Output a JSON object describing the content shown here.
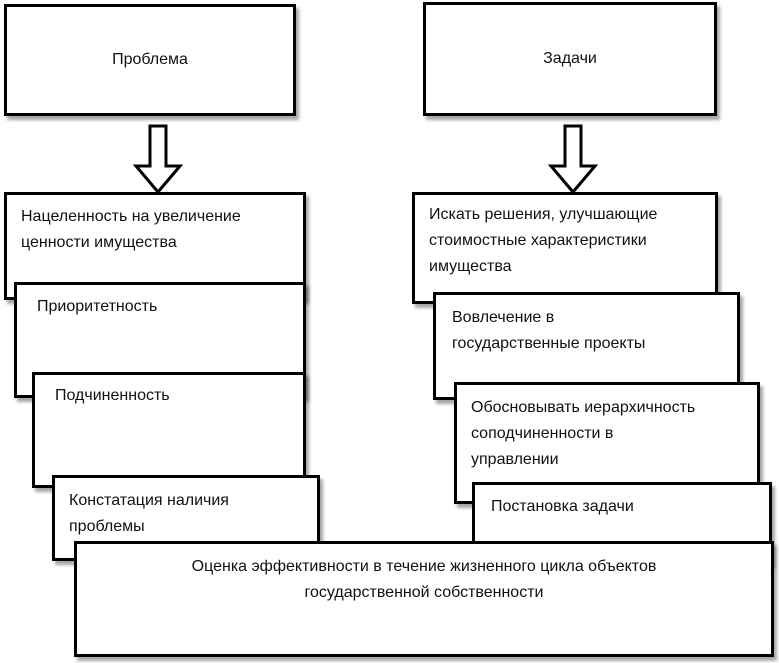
{
  "left": {
    "header": "Проблема",
    "items": [
      "Нацеленность на увеличение\nценности имущества",
      "Приоритетность",
      "Подчиненность",
      "Констатация наличия\nпроблемы"
    ]
  },
  "right": {
    "header": "Задачи",
    "items": [
      "Искать решения, улучшающие\nстоимостные характеристики\nимущества",
      "Вовлечение в\nгосударственные проекты",
      "Обосновывать иерархичность\nсоподчиненности в\nуправлении",
      "Постановка задачи"
    ]
  },
  "bottom": {
    "text": "Оценка эффективности в течение жизненного цикла объектов\nгосударственной собственности"
  }
}
